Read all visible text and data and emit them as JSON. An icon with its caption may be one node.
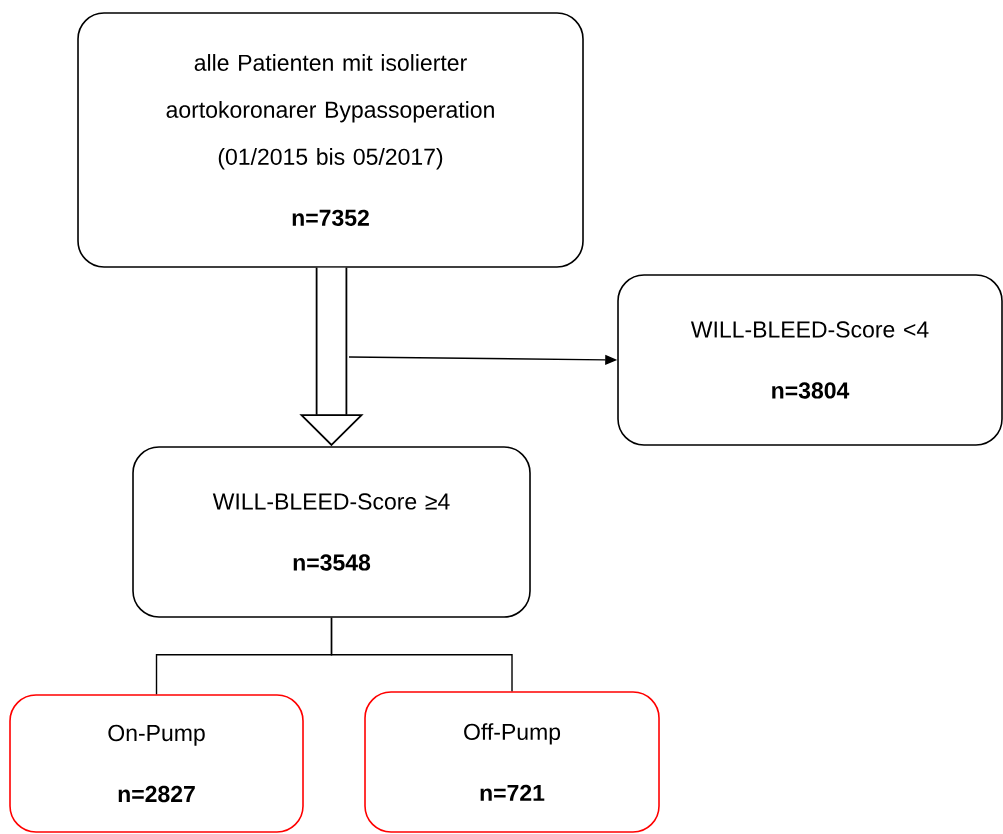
{
  "diagram": {
    "nodes": [
      {
        "text": [
          "alle Patienten mit isolierter aortokoronarer Bypassoperation (01/2015 bis 05/2017)",
          "n=7352"
        ]
      },
      {
        "text": [
          "WILL-BLEED-Score <4",
          "n=3804"
        ]
      },
      {
        "text": [
          "WILL-BLEED-Score ≥4",
          "n=3548"
        ]
      },
      {
        "text": [
          "On-Pump",
          "n=2827"
        ]
      },
      {
        "text": [
          "Off-Pump",
          "n=721"
        ]
      }
    ],
    "edges": [
      {
        "from": 0,
        "to": 2,
        "arrow": "to",
        "style": "thick"
      },
      {
        "from": null,
        "to": 1,
        "arrow": "to"
      },
      {
        "from": 2,
        "to": 3,
        "arrow": "none"
      },
      {
        "from": 2,
        "to": 4,
        "arrow": "none"
      }
    ]
  }
}
